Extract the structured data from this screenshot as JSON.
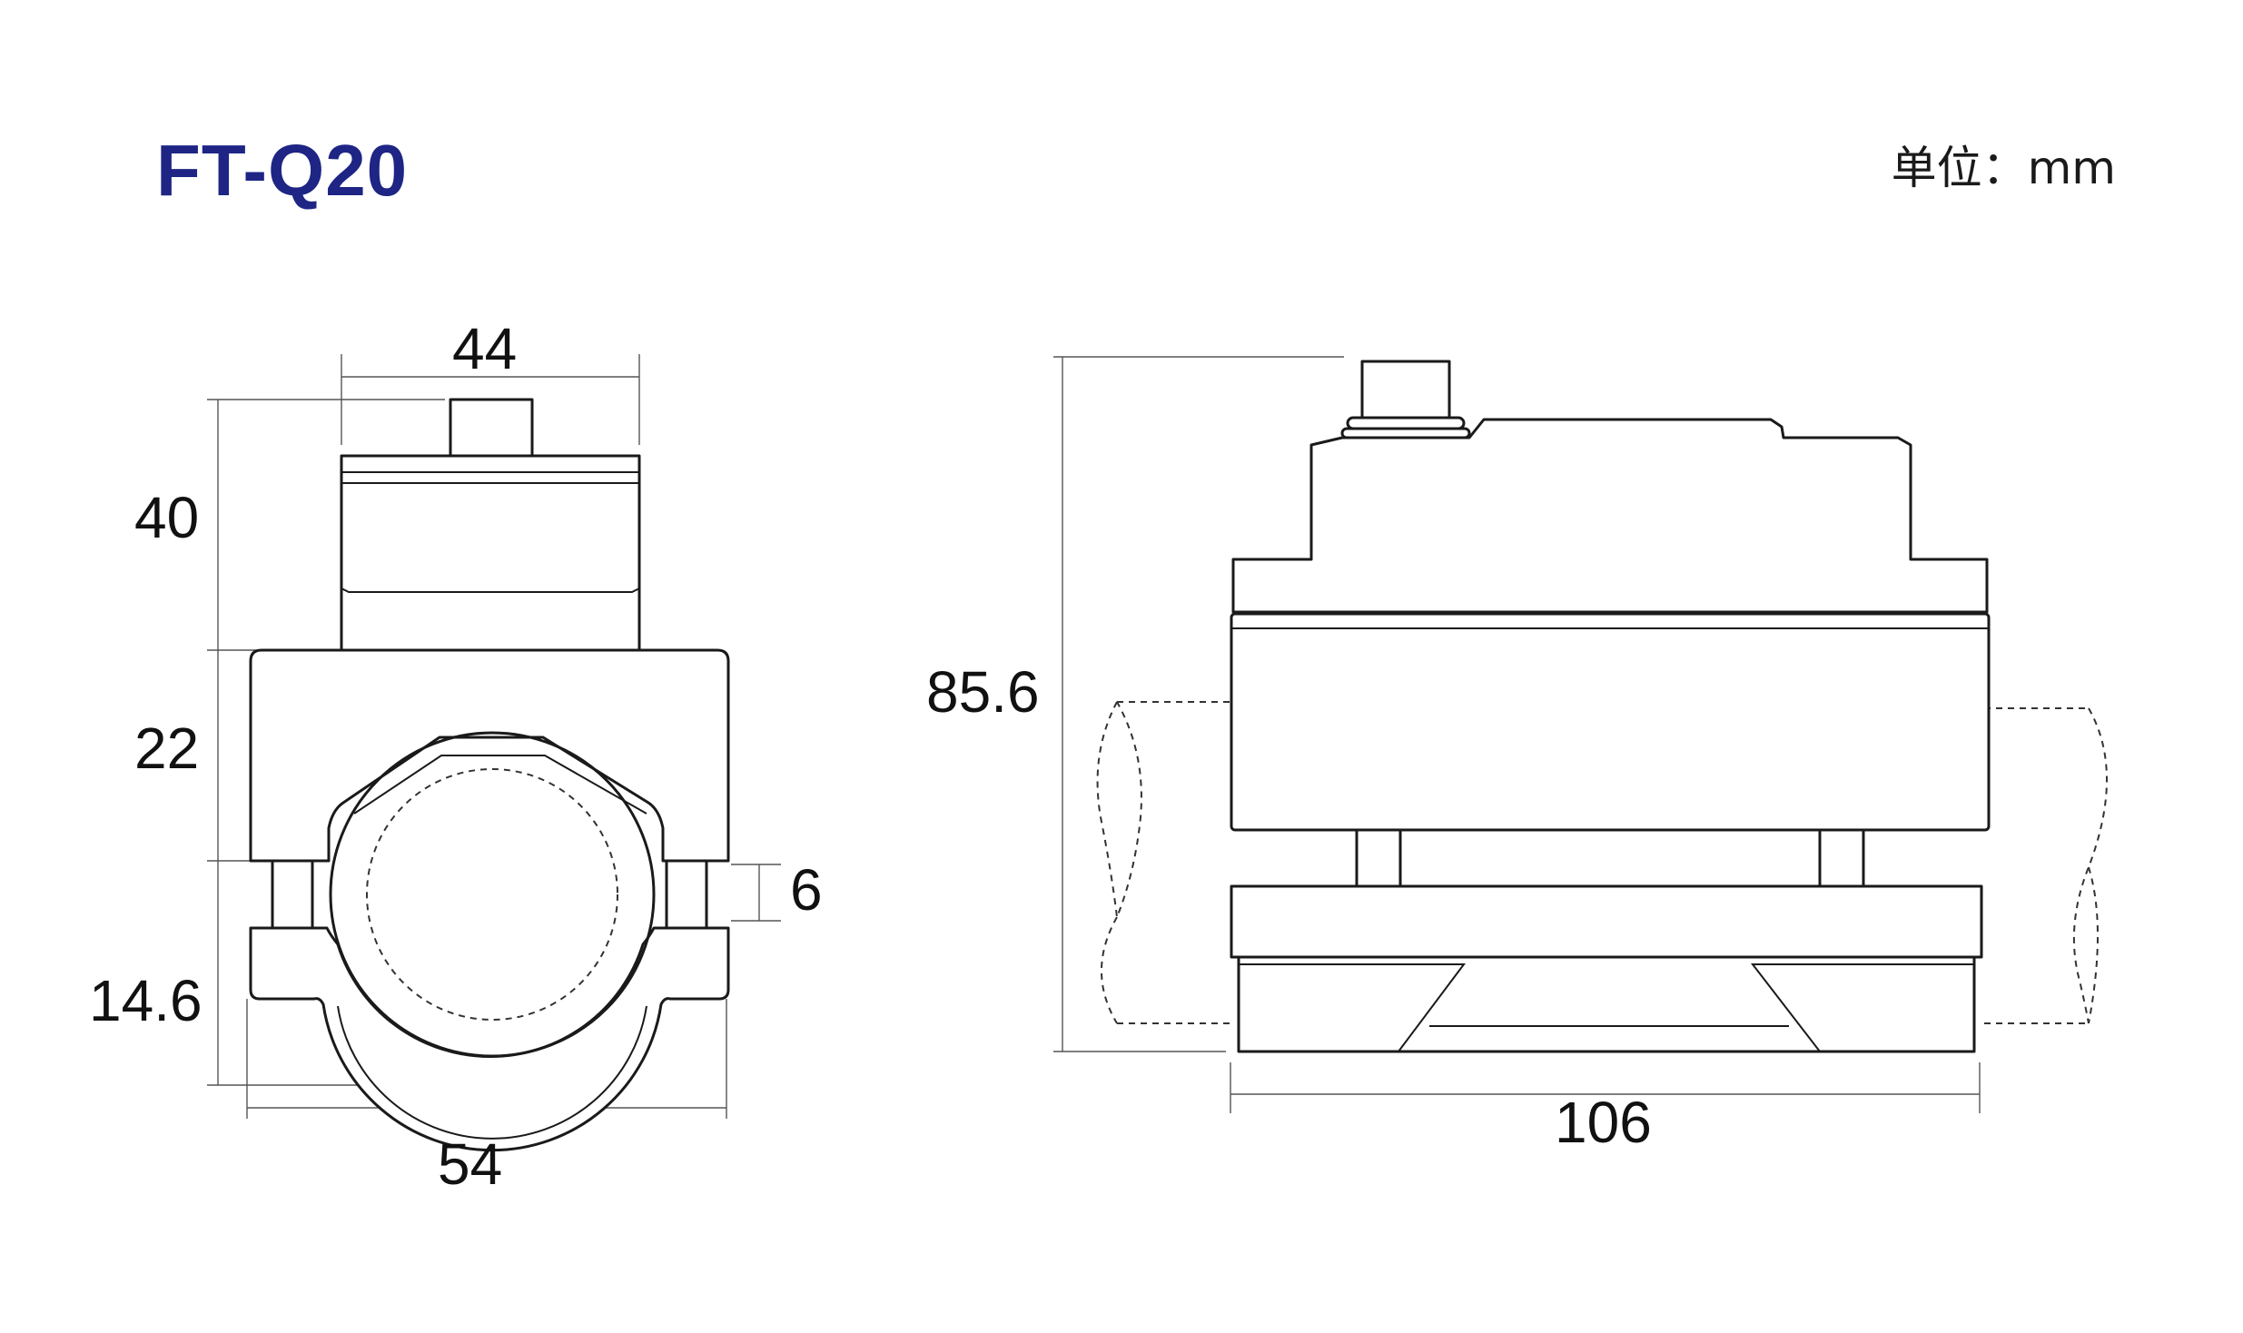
{
  "title": "FT-Q20",
  "unit_label": "单位：mm",
  "front_view": {
    "dim_top_width": "44",
    "dim_head_height": "40",
    "dim_body_height": "22",
    "dim_gap": "6",
    "dim_bottom_height": "14.6",
    "dim_total_width": "54"
  },
  "side_view": {
    "dim_total_height": "85.6",
    "dim_length": "106"
  }
}
